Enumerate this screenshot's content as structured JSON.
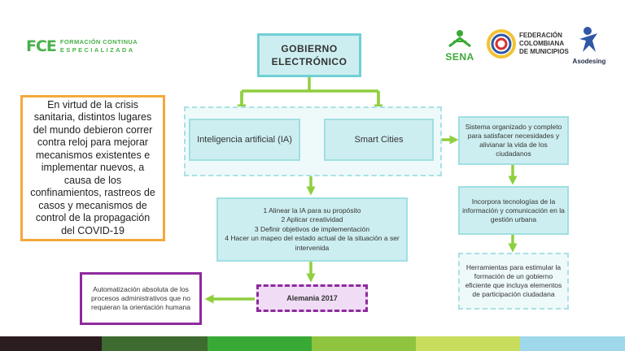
{
  "logos": {
    "fce_mark": "FCE",
    "fce_line1": "FORMACIÓN CONTINUA",
    "fce_line2": "ESPECIALIZADA",
    "sena": "SENA",
    "fcm_line1": "FEDERACIÓN",
    "fcm_line2": "COLOMBIANA",
    "fcm_line3": "DE MUNICIPIOS",
    "asodesing": "Asodesing"
  },
  "intro_text": "En virtud de la crisis sanitaria, distintos lugares del mundo debieron correr contra reloj para mejorar mecanismos existentes e implementar nuevos, a causa de los confinamientos, rastreos de casos y mecanismos de control de la propagación del COVID-19",
  "diagram": {
    "root_line1": "GOBIERNO",
    "root_line2": "ELECTRÓNICO",
    "branch_ai": "Inteligencia artificial (IA)",
    "branch_smart": "Smart Cities",
    "steps": [
      "1 Alinear la IA para su propósito",
      "2 Aplicar creatividad",
      "3 Definir objetivos de implementación",
      "4 Hacer un mapeo del estado actual de la situación a ser intervenida"
    ],
    "alemania": "Alemania 2017",
    "automation": "Automatización absoluta de los procesos administrativos que no requieran la orientación humana",
    "smart_def": "Sistema organizado y completo para satisfacer necesidades y alivianar la vida de los ciudadanos",
    "smart_tech": "Incorpora tecnologías de la información y comunicación en la gestión urbana",
    "smart_tools": "Herramientas para estimular la formación de un gobierno eficiente que incluya elementos de participación ciudadana"
  },
  "colors": {
    "arrow": "#8fcf3f",
    "teal_fill": "#cdeef0",
    "teal_border": "#9fdfe2",
    "orange": "#f4a93b",
    "purple": "#8e2a9e",
    "purple_fill": "#f0dcf4"
  },
  "bottom_bar_colors": [
    "#2b1c1f",
    "#3e6b2f",
    "#39a935",
    "#8fc43f",
    "#c7dd5b",
    "#ffffff",
    "#9fd8ea"
  ]
}
